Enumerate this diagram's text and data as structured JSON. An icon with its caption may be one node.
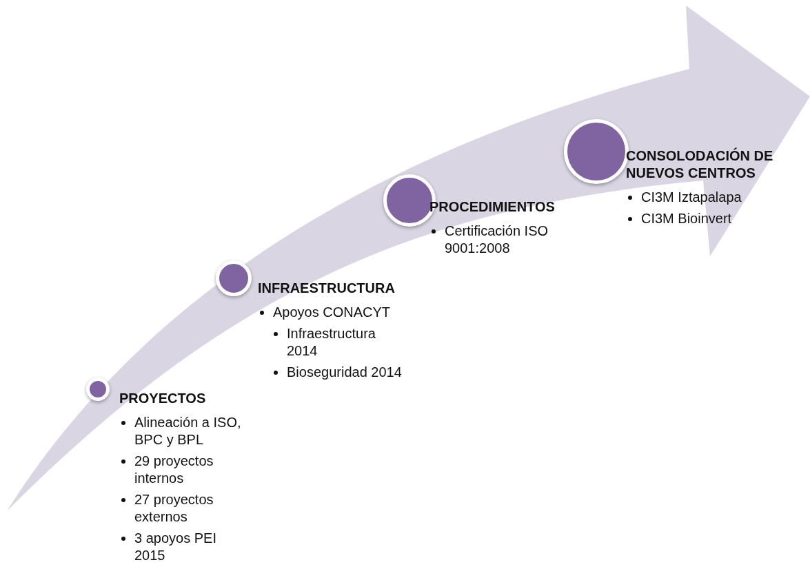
{
  "diagram": {
    "nodes": [
      {
        "text": [
          "PROYECTOS",
          "Alineación a ISO, BPC y BPL",
          "29 proyectos internos",
          "27 proyectos externos",
          "3 apoyos PEI 2015"
        ]
      },
      {
        "text": [
          "INFRAESTRUCTURA",
          "Apoyos CONACYT",
          "Infraestructura 2014",
          "Bioseguridad 2014"
        ]
      },
      {
        "text": [
          "PROCEDIMIENTOS",
          "Certificación ISO 9001:2008"
        ]
      },
      {
        "text": [
          "CONSOLODACIÓN DE NUEVOS CENTROS",
          "CI3M Iztapalapa",
          "CI3M Bioinvert"
        ]
      }
    ]
  }
}
